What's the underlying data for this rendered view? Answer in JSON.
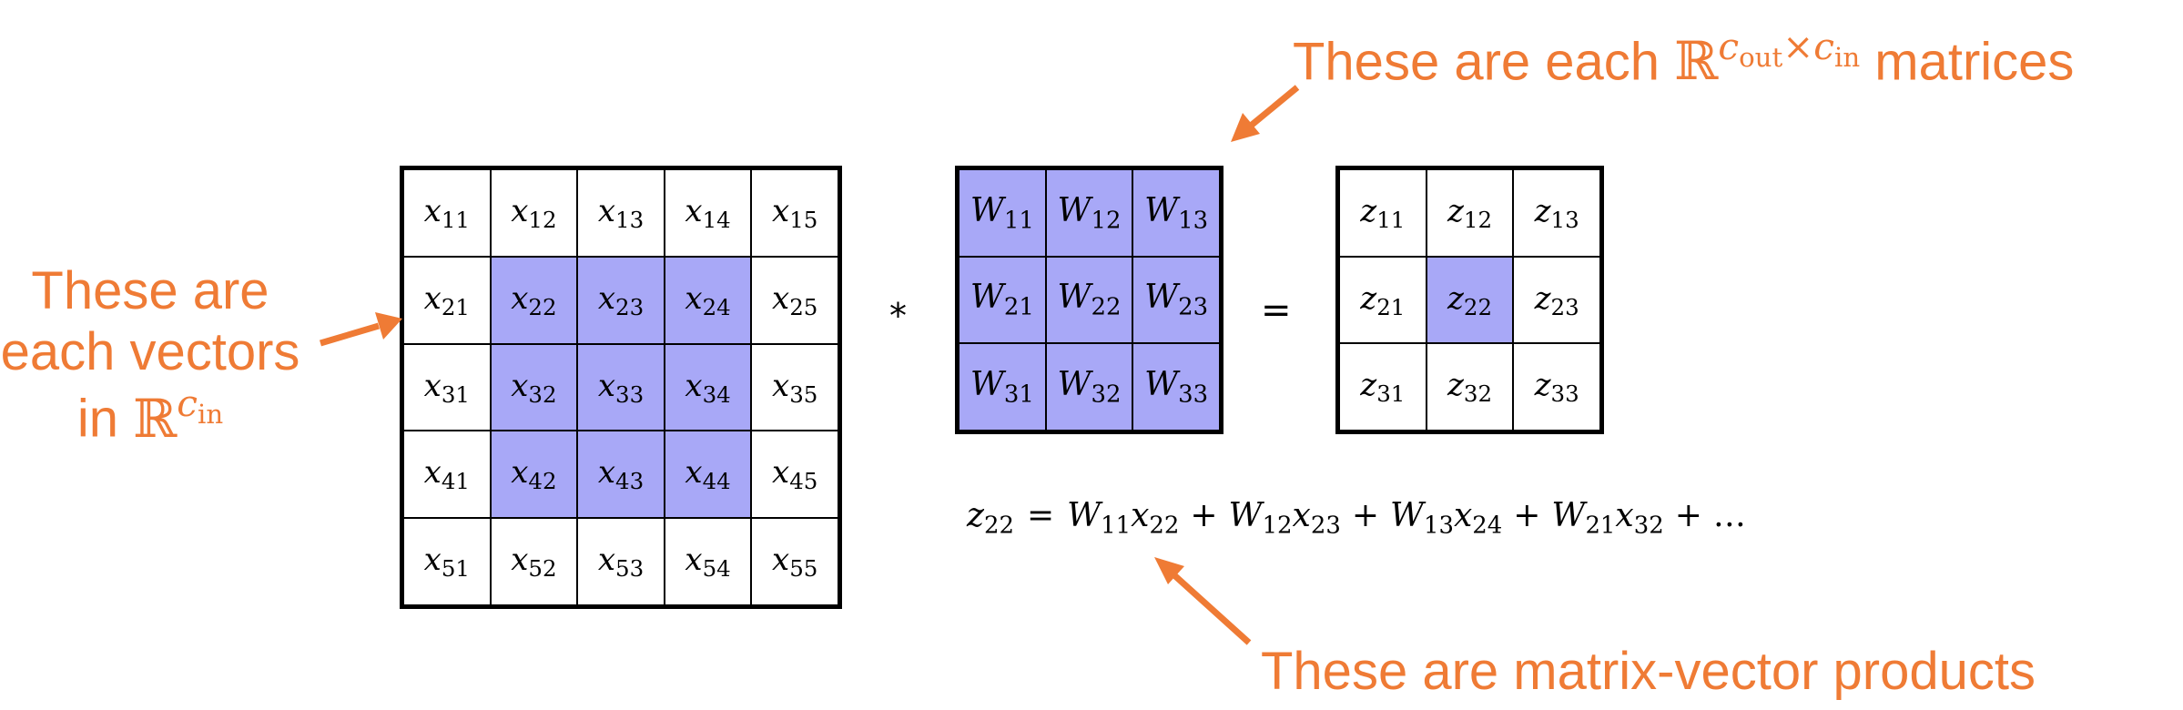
{
  "x_grid": {
    "rows": [
      [
        {
          "b": "x",
          "s": "11"
        },
        {
          "b": "x",
          "s": "12"
        },
        {
          "b": "x",
          "s": "13"
        },
        {
          "b": "x",
          "s": "14"
        },
        {
          "b": "x",
          "s": "15"
        }
      ],
      [
        {
          "b": "x",
          "s": "21"
        },
        {
          "b": "x",
          "s": "22"
        },
        {
          "b": "x",
          "s": "23"
        },
        {
          "b": "x",
          "s": "24"
        },
        {
          "b": "x",
          "s": "25"
        }
      ],
      [
        {
          "b": "x",
          "s": "31"
        },
        {
          "b": "x",
          "s": "32"
        },
        {
          "b": "x",
          "s": "33"
        },
        {
          "b": "x",
          "s": "34"
        },
        {
          "b": "x",
          "s": "35"
        }
      ],
      [
        {
          "b": "x",
          "s": "41"
        },
        {
          "b": "x",
          "s": "42"
        },
        {
          "b": "x",
          "s": "43"
        },
        {
          "b": "x",
          "s": "44"
        },
        {
          "b": "x",
          "s": "45"
        }
      ],
      [
        {
          "b": "x",
          "s": "51"
        },
        {
          "b": "x",
          "s": "52"
        },
        {
          "b": "x",
          "s": "53"
        },
        {
          "b": "x",
          "s": "54"
        },
        {
          "b": "x",
          "s": "55"
        }
      ]
    ],
    "highlighted": [
      "22",
      "23",
      "24",
      "32",
      "33",
      "34",
      "42",
      "43",
      "44"
    ]
  },
  "w_grid": {
    "rows": [
      [
        {
          "b": "W",
          "s": "11"
        },
        {
          "b": "W",
          "s": "12"
        },
        {
          "b": "W",
          "s": "13"
        }
      ],
      [
        {
          "b": "W",
          "s": "21"
        },
        {
          "b": "W",
          "s": "22"
        },
        {
          "b": "W",
          "s": "23"
        }
      ],
      [
        {
          "b": "W",
          "s": "31"
        },
        {
          "b": "W",
          "s": "32"
        },
        {
          "b": "W",
          "s": "33"
        }
      ]
    ],
    "highlighted": [
      "11",
      "12",
      "13",
      "21",
      "22",
      "23",
      "31",
      "32",
      "33"
    ]
  },
  "z_grid": {
    "rows": [
      [
        {
          "b": "z",
          "s": "11"
        },
        {
          "b": "z",
          "s": "12"
        },
        {
          "b": "z",
          "s": "13"
        }
      ],
      [
        {
          "b": "z",
          "s": "21"
        },
        {
          "b": "z",
          "s": "22"
        },
        {
          "b": "z",
          "s": "23"
        }
      ],
      [
        {
          "b": "z",
          "s": "31"
        },
        {
          "b": "z",
          "s": "32"
        },
        {
          "b": "z",
          "s": "33"
        }
      ]
    ],
    "highlighted": [
      "22"
    ]
  },
  "operators": {
    "star": "*",
    "equals": "="
  },
  "formula": {
    "lhs": {
      "b": "z",
      "s": "22"
    },
    "equals": "=",
    "terms": [
      {
        "w": "11",
        "x": "22"
      },
      {
        "w": "12",
        "x": "23"
      },
      {
        "w": "13",
        "x": "24"
      },
      {
        "w": "21",
        "x": "32"
      }
    ],
    "plus": "+",
    "ellipsis": "…"
  },
  "annotations": {
    "top": {
      "prefix": "These are each ",
      "set": "ℝ",
      "sup_a": "c",
      "sup_a_sub": "out",
      "sup_times": "×",
      "sup_b": "c",
      "sup_b_sub": "in",
      "suffix": " matrices"
    },
    "left": {
      "line1": "These are",
      "line2": "each vectors",
      "line3_prefix": "in ",
      "set": "ℝ",
      "sup": "c",
      "sup_sub": "in"
    },
    "bottom": "These are matrix-vector products"
  },
  "colors": {
    "highlight": "#a8a8f7",
    "annotation": "#ef7b35",
    "grid_border": "#000000"
  }
}
